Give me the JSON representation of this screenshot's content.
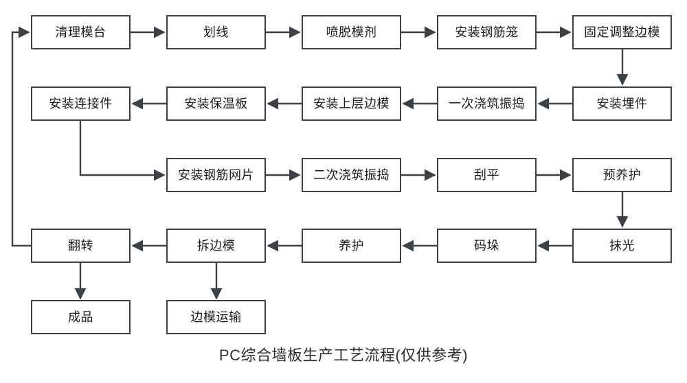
{
  "diagram": {
    "caption": "PC综合墙板生产工艺流程(仅供参考)",
    "box_border_color": "#3b4147",
    "line_color": "#3b4147",
    "background_color": "#ffffff",
    "text_color": "#1c1c1c"
  },
  "rows": [
    {
      "direction": "left-to-right",
      "nodes": [
        {
          "id": "n1",
          "label": "清理模台"
        },
        {
          "id": "n2",
          "label": "划线"
        },
        {
          "id": "n3",
          "label": "喷脱模剂"
        },
        {
          "id": "n4",
          "label": "安装钢筋笼"
        },
        {
          "id": "n5",
          "label": "固定调整边模"
        }
      ]
    },
    {
      "direction": "right-to-left",
      "nodes": [
        {
          "id": "n10",
          "label": "安装连接件"
        },
        {
          "id": "n9",
          "label": "安装保温板"
        },
        {
          "id": "n8",
          "label": "安装上层边模"
        },
        {
          "id": "n7",
          "label": "一次浇筑振捣"
        },
        {
          "id": "n6",
          "label": "安装埋件"
        }
      ]
    },
    {
      "direction": "left-to-right",
      "nodes": [
        {
          "id": "n11",
          "label": "安装钢筋网片"
        },
        {
          "id": "n12",
          "label": "二次浇筑振捣"
        },
        {
          "id": "n13",
          "label": "刮平"
        },
        {
          "id": "n14",
          "label": "预养护"
        }
      ]
    },
    {
      "direction": "right-to-left",
      "nodes": [
        {
          "id": "n19",
          "label": "翻转"
        },
        {
          "id": "n18",
          "label": "拆边模"
        },
        {
          "id": "n17",
          "label": "养护"
        },
        {
          "id": "n16",
          "label": "码垛"
        },
        {
          "id": "n15",
          "label": "抹光"
        }
      ]
    },
    {
      "direction": "terminal",
      "nodes": [
        {
          "id": "n20",
          "label": "成品"
        },
        {
          "id": "n21",
          "label": "边模运输"
        }
      ]
    }
  ],
  "nodes_flat": {
    "n1": "清理模台",
    "n2": "划线",
    "n3": "喷脱模剂",
    "n4": "安装钢筋笼",
    "n5": "固定调整边模",
    "n6": "安装埋件",
    "n7": "一次浇筑振捣",
    "n8": "安装上层边模",
    "n9": "安装保温板",
    "n10": "安装连接件",
    "n11": "安装钢筋网片",
    "n12": "二次浇筑振捣",
    "n13": "刮平",
    "n14": "预养护",
    "n15": "抹光",
    "n16": "码垛",
    "n17": "养护",
    "n18": "拆边模",
    "n19": "翻转",
    "n20": "成品",
    "n21": "边模运输"
  },
  "edges": [
    {
      "from": "n1",
      "to": "n2",
      "kind": "horizontal-right"
    },
    {
      "from": "n2",
      "to": "n3",
      "kind": "horizontal-right"
    },
    {
      "from": "n3",
      "to": "n4",
      "kind": "horizontal-right"
    },
    {
      "from": "n4",
      "to": "n5",
      "kind": "horizontal-right"
    },
    {
      "from": "n5",
      "to": "n6",
      "kind": "vertical-down"
    },
    {
      "from": "n6",
      "to": "n7",
      "kind": "horizontal-left"
    },
    {
      "from": "n7",
      "to": "n8",
      "kind": "horizontal-left"
    },
    {
      "from": "n8",
      "to": "n9",
      "kind": "horizontal-left"
    },
    {
      "from": "n9",
      "to": "n10",
      "kind": "horizontal-left"
    },
    {
      "from": "n10",
      "to": "n11",
      "kind": "elbow-down-right"
    },
    {
      "from": "n11",
      "to": "n12",
      "kind": "horizontal-right"
    },
    {
      "from": "n12",
      "to": "n13",
      "kind": "horizontal-right"
    },
    {
      "from": "n13",
      "to": "n14",
      "kind": "horizontal-right"
    },
    {
      "from": "n14",
      "to": "n15",
      "kind": "vertical-down"
    },
    {
      "from": "n15",
      "to": "n16",
      "kind": "horizontal-left"
    },
    {
      "from": "n16",
      "to": "n17",
      "kind": "horizontal-left"
    },
    {
      "from": "n17",
      "to": "n18",
      "kind": "horizontal-left"
    },
    {
      "from": "n18",
      "to": "n19",
      "kind": "horizontal-left"
    },
    {
      "from": "n19",
      "to": "n1",
      "kind": "feedback-loop-left"
    },
    {
      "from": "n19",
      "to": "n20",
      "kind": "vertical-down"
    },
    {
      "from": "n18",
      "to": "n21",
      "kind": "vertical-down"
    }
  ]
}
